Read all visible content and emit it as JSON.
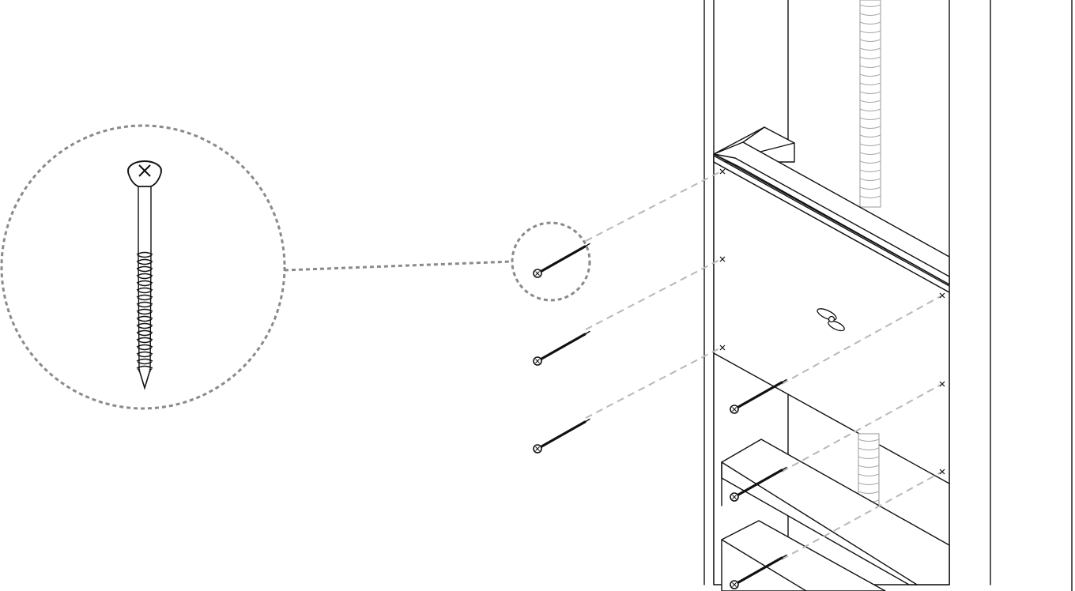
{
  "diagram": {
    "kind": "assembly-instruction",
    "colors": {
      "line": "#111111",
      "guide_dashes": "#b8b8b8",
      "callout_dots": "#8a8a8a",
      "threaded_rod": "#a8a8a8"
    },
    "screw_count": 6,
    "screws_left_column": 3,
    "screws_right_column": 3,
    "callout": "detail-magnifier",
    "icons": [
      "screw-icon",
      "wing-nut-icon",
      "cross-mark-icon",
      "threaded-rod-icon"
    ]
  }
}
